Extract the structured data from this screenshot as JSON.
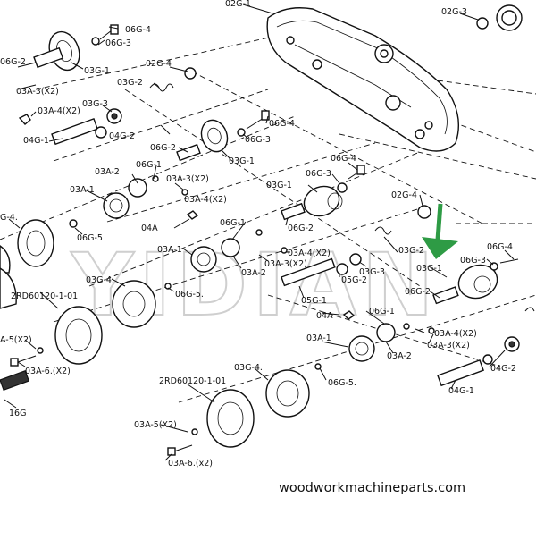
{
  "watermark": "YIDIAN",
  "footer": "woodworkmachineparts.com",
  "accent_color": "#2e9b45",
  "labels": [
    "02G-1",
    "02G-3",
    "06G-4",
    "06G-3",
    "06G-2",
    "03G-1",
    "02G-4",
    "03G-2",
    "03A-3(X2)",
    "03A-4(X2)",
    "03G-3",
    "06G-4",
    "06G-3",
    "04G-2",
    "04G-1",
    "06G-2",
    "06G-1",
    "03G-1",
    "03A-2",
    "03A-3(X2)",
    "03A-1",
    "03A-4(X2)",
    "06G-3",
    "06G-4",
    "03G-1",
    "02G-4",
    "06G-1",
    "06G-2",
    "04A",
    "G-4.",
    "06G-5",
    "03A-1",
    "03A-4(X2)",
    "03A-3(X2)",
    "03A-2",
    "03G-2",
    "03G-3",
    "05G-2",
    "05G-1",
    "03G-1",
    "06G-3",
    "06G-4",
    "06G-2",
    "03G-4.",
    "06G-5.",
    "04A",
    "06G-1",
    "2RD60120-1-01",
    "03A-1",
    "03A-4(X2)",
    "03A-3(X2)",
    "03A-2",
    "04G-2",
    "04G-1",
    "A-5(X2)",
    "03A-6.(X2)",
    "03G-4.",
    "06G-5.",
    "2RD60120-1-01",
    "03A-5(X2)",
    "03A-6.(x2)",
    "16G"
  ]
}
